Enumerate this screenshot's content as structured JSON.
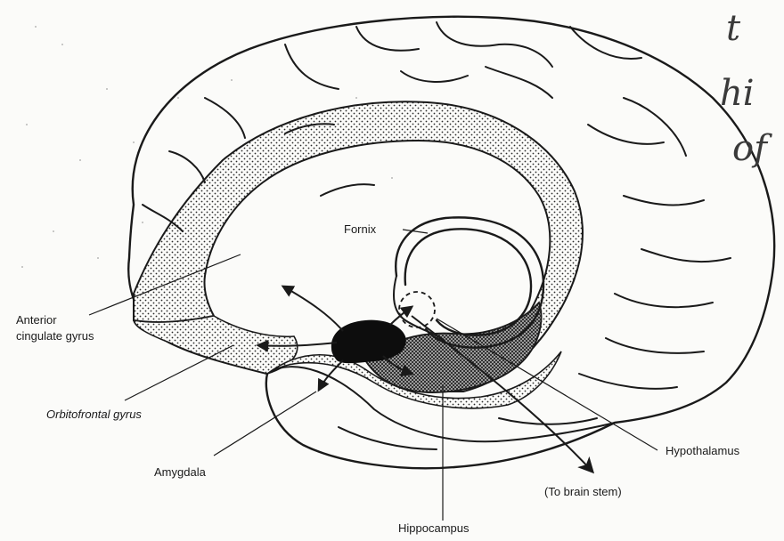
{
  "figure": {
    "labels": {
      "fornix": "Fornix",
      "anterior_cingulate_line1": "Anterior",
      "anterior_cingulate_line2": "cingulate gyrus",
      "orbitofrontal": "Orbitofrontal gyrus",
      "amygdala": "Amygdala",
      "hypothalamus": "Hypothalamus",
      "brain_stem": "(To brain stem)",
      "hippocampus": "Hippocampus"
    },
    "handwriting": {
      "line1": "t",
      "line2": "hi",
      "line3": "of"
    },
    "colors": {
      "ink": "#1a1a1a",
      "stipple": "#3a3a3a",
      "paper": "#fbfbf9"
    }
  }
}
